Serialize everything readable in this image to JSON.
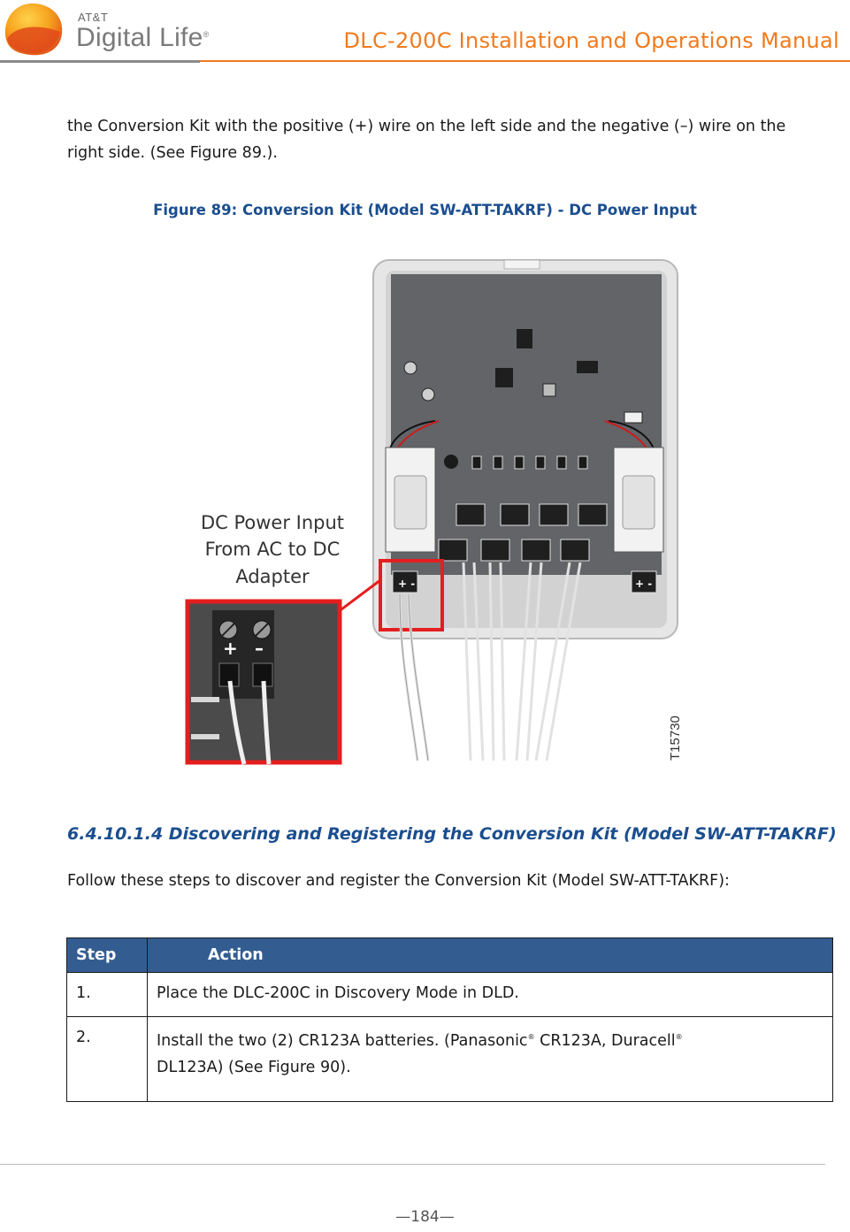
{
  "header": {
    "brand_small": "AT&T",
    "brand_big": "Digital Life",
    "brand_mark": "®",
    "doc_title": "DLC-200C Installation and Operations Manual",
    "colors": {
      "accent": "#f07a1e",
      "rule_gray": "#8a8a8a"
    }
  },
  "body": {
    "paragraph": "the Conversion Kit with the positive (+) wire on the left side and the  negative (–) wire on the right side. (See Figure 89.).",
    "figure_caption": "Figure 89:  Conversion Kit (Model SW-ATT-TAKRF) - DC Power Input",
    "figure": {
      "callout_line1": "DC Power Input",
      "callout_line2": "From AC to DC",
      "callout_line3": "Adapter",
      "plus": "+",
      "minus": "–",
      "figure_id": "T15730"
    },
    "section_heading": "6.4.10.1.4 Discovering and Registering the Conversion Kit (Model SW-ATT-TAKRF)",
    "intro": "Follow these steps to discover and register the Conversion Kit (Model SW-ATT-TAKRF):"
  },
  "table": {
    "headers": {
      "step": "Step",
      "action": "Action"
    },
    "rows": [
      {
        "step": "1.",
        "action": "Place the DLC-200C in Discovery Mode in DLD."
      },
      {
        "step": "2.",
        "action_a": "Install the two (2) CR123A batteries. (Panasonic",
        "reg": "®",
        "action_b": " CR123A, Duracell",
        "action_c": "DL123A) (See Figure 90)."
      }
    ],
    "header_color": "#335d91"
  },
  "footer": {
    "page_number": "—184—"
  }
}
